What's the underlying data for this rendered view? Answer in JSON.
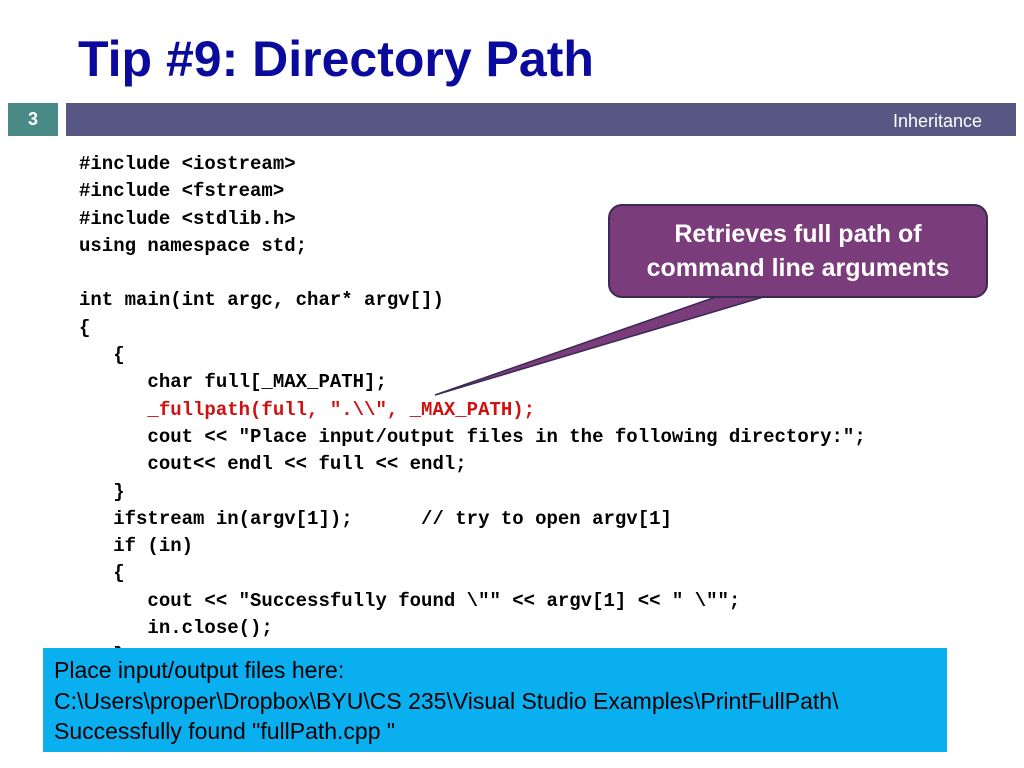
{
  "slide": {
    "title": "Tip #9: Directory Path",
    "number": "3",
    "section": "Inheritance"
  },
  "code_lines": [
    {
      "text": "#include <iostream>",
      "highlight": false
    },
    {
      "text": "#include <fstream>",
      "highlight": false
    },
    {
      "text": "#include <stdlib.h>",
      "highlight": false
    },
    {
      "text": "using namespace std;",
      "highlight": false
    },
    {
      "text": "",
      "highlight": false
    },
    {
      "text": "int main(int argc, char* argv[])",
      "highlight": false
    },
    {
      "text": "{",
      "highlight": false
    },
    {
      "text": "   {",
      "highlight": false
    },
    {
      "text": "      char full[_MAX_PATH];",
      "highlight": false
    },
    {
      "text": "      _fullpath(full, \".\\\\\", _MAX_PATH);",
      "highlight": true
    },
    {
      "text": "      cout << \"Place input/output files in the following directory:\";",
      "highlight": false
    },
    {
      "text": "      cout<< endl << full << endl;",
      "highlight": false
    },
    {
      "text": "   }",
      "highlight": false
    },
    {
      "text": "   ifstream in(argv[1]);      // try to open argv[1]",
      "highlight": false
    },
    {
      "text": "   if (in)",
      "highlight": false
    },
    {
      "text": "   {",
      "highlight": false
    },
    {
      "text": "      cout << \"Successfully found \\\"\" << argv[1] << \" \\\"\";",
      "highlight": false
    },
    {
      "text": "      in.close();",
      "highlight": false
    },
    {
      "text": "   }",
      "highlight": false
    }
  ],
  "callout": {
    "line1": "Retrieves full path of",
    "line2": "command line arguments"
  },
  "output": {
    "line1": "Place input/output files here:",
    "line2": "C:\\Users\\proper\\Dropbox\\BYU\\CS 235\\Visual Studio Examples\\PrintFullPath\\",
    "line3": "Successfully found \"fullPath.cpp \""
  },
  "colors": {
    "title": "#0a0a9c",
    "header_bar": "#585683",
    "slide_number_box": "#4a8a86",
    "callout": "#7a3c7a",
    "output_box": "#0aaff0",
    "highlight_code": "#d01010"
  }
}
